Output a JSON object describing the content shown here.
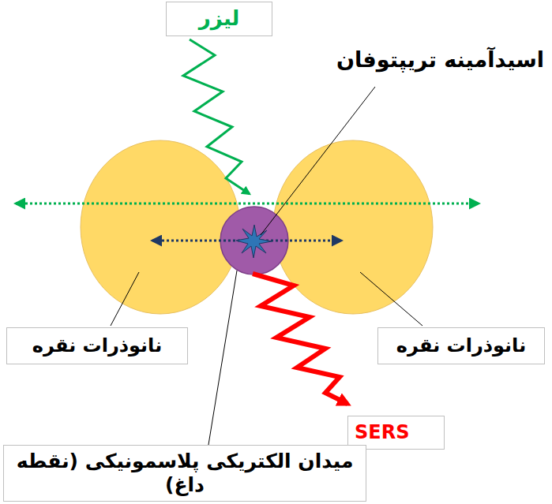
{
  "diagram": {
    "nodes": [
      {
        "text": [
          "لیزر"
        ]
      },
      {
        "text": [
          "نانوذرات نقره"
        ]
      },
      {
        "text": [
          "نانوذرات نقره"
        ]
      },
      {
        "text": [
          "SERS"
        ]
      },
      {
        "text": [
          "میدان الکتریکی پلاسمونیکی (نقطه داغ)"
        ]
      }
    ],
    "labels": [
      "اسیدآمینه تریپتوفان"
    ]
  }
}
